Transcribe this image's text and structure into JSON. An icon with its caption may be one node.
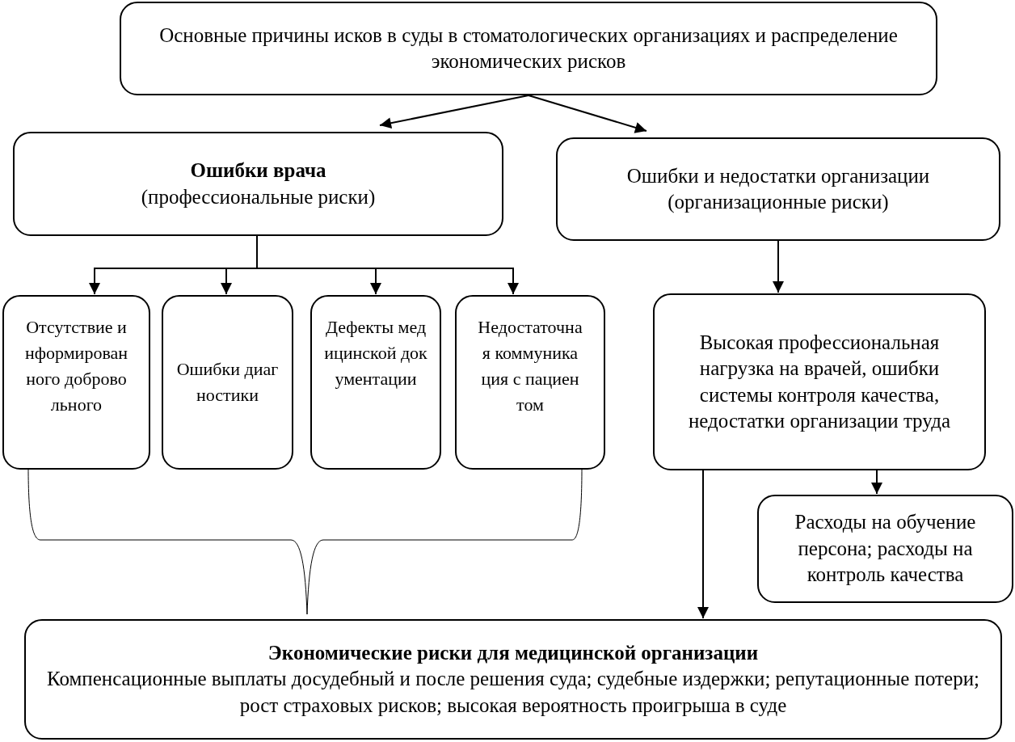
{
  "diagram": {
    "nodes": [
      {
        "text": [
          "Основные причины исков в суды в стоматологических организациях и распределение экономических рисков"
        ]
      },
      {
        "text": [
          "Ошибки врача",
          "(профессиональные риски)"
        ]
      },
      {
        "text": [
          "Ошибки и недостатки организации (организационные риски)"
        ]
      },
      {
        "text": [
          "Отсутствие информированного добровольного"
        ]
      },
      {
        "text": [
          "Ошибки диагностики"
        ]
      },
      {
        "text": [
          "Дефекты медицинской документации"
        ]
      },
      {
        "text": [
          "Недостаточная коммуникация с пациентом"
        ]
      },
      {
        "text": [
          "Высокая профессиональная нагрузка на врачей, ошибки системы контроля качества, недостатки организации труда"
        ]
      },
      {
        "text": [
          "Расходы на обучение персона; расходы на контроль качества"
        ]
      },
      {
        "text": [
          "Экономические риски для медицинской организации",
          "Компенсационные выплаты досудебный и после решения суда; судебные издержки; репутационные потери; рост страховых рисков; высокая вероятность проигрыша в суде"
        ]
      }
    ],
    "edges": [
      {
        "from": 0,
        "to": 1,
        "arrow": "to"
      },
      {
        "from": 0,
        "to": 2,
        "arrow": "to"
      },
      {
        "from": 1,
        "to": 3,
        "arrow": "to"
      },
      {
        "from": 1,
        "to": 4,
        "arrow": "to"
      },
      {
        "from": 1,
        "to": 5,
        "arrow": "to"
      },
      {
        "from": 1,
        "to": 6,
        "arrow": "to"
      },
      {
        "from": 2,
        "to": 7,
        "arrow": "to"
      },
      {
        "from": 7,
        "to": 8,
        "arrow": "to"
      },
      {
        "from": 7,
        "to": 9,
        "arrow": "to"
      }
    ]
  }
}
